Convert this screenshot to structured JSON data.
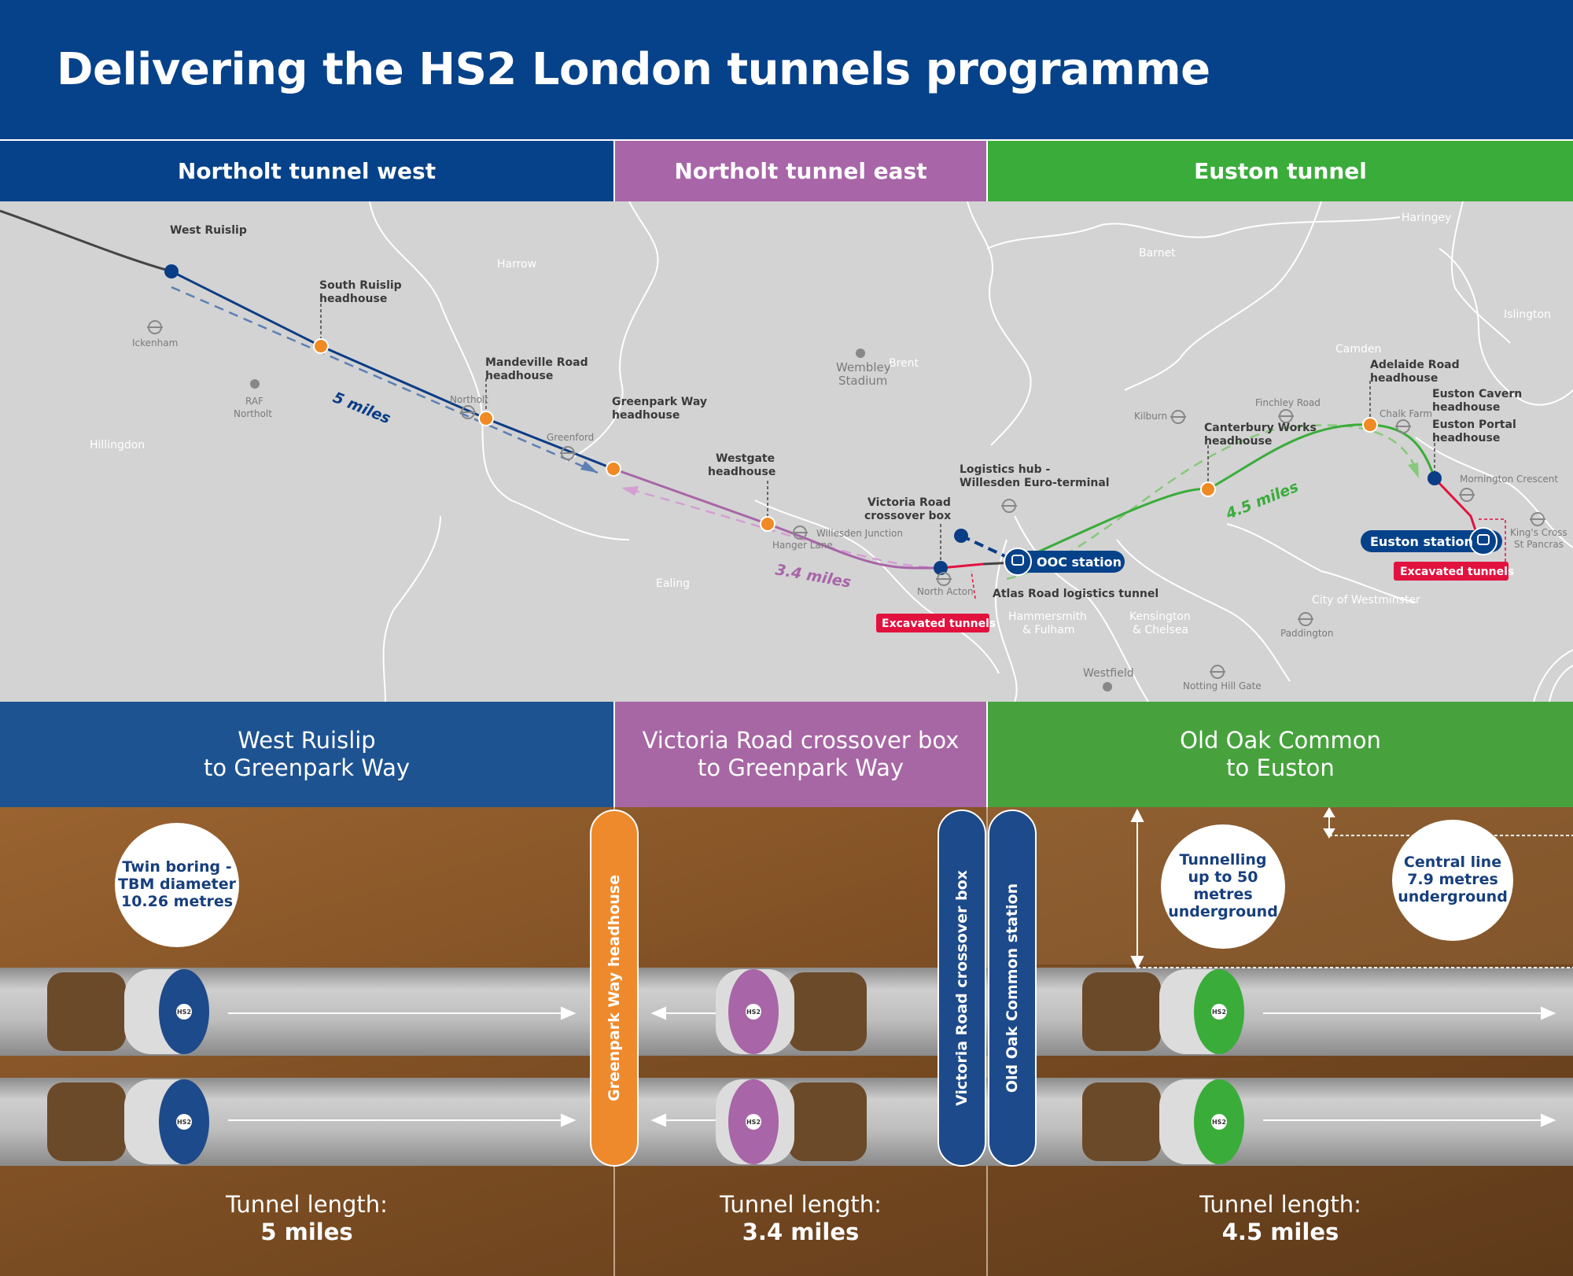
{
  "title": "Delivering the HS2 London tunnels programme",
  "sections": {
    "west": {
      "header": "Northolt tunnel west",
      "band_line1": "West Ruislip",
      "band_line2": "to Greenpark Way",
      "length_label": "Tunnel length:",
      "length_value": "5 miles",
      "color": "#06428a"
    },
    "east": {
      "header": "Northolt tunnel east",
      "band_line1": "Victoria Road crossover box",
      "band_line2": "to Greenpark Way",
      "length_label": "Tunnel length:",
      "length_value": "3.4 miles",
      "color": "#a865a8"
    },
    "euston": {
      "header": "Euston tunnel",
      "band_line1": "Old Oak Common",
      "band_line2": "to Euston",
      "length_label": "Tunnel length:",
      "length_value": "4.5 miles",
      "color": "#3aac3a"
    }
  },
  "map": {
    "areas": {
      "harrow": "Harrow",
      "barnet": "Barnet",
      "haringey": "Haringey",
      "islington": "Islington",
      "camden": "Camden",
      "brent": "Brent",
      "hillingdon": "Hillingdon",
      "ealing": "Ealing",
      "hammersmith_1": "Hammersmith",
      "hammersmith_2": "& Fulham",
      "kensington_1": "Kensington",
      "kensington_2": "& Chelsea",
      "westminster": "City of Westminster"
    },
    "places": {
      "ickenham": "Ickenham",
      "raf_1": "RAF",
      "raf_2": "Northolt",
      "northolt": "Northolt",
      "greenford": "Greenford",
      "wembley_1": "Wembley",
      "wembley_2": "Stadium",
      "hanger_lane": "Hanger Lane",
      "north_acton": "North Acton",
      "willesden": "Willesden Junction",
      "kilburn": "Kilburn",
      "finchley": "Finchley Road",
      "chalk_farm": "Chalk Farm",
      "mornington": "Mornington Crescent",
      "kings_1": "King's Cross",
      "kings_2": "St Pancras",
      "paddington": "Paddington",
      "westfield": "Westfield",
      "notting": "Notting Hill Gate"
    },
    "sites": {
      "west_ruislip": "West Ruislip",
      "south_ruislip_1": "South Ruislip",
      "south_ruislip_2": "headhouse",
      "mandeville_1": "Mandeville Road",
      "mandeville_2": "headhouse",
      "greenpark_1": "Greenpark Way",
      "greenpark_2": "headhouse",
      "westgate_1": "Westgate",
      "westgate_2": "headhouse",
      "victoria_1": "Victoria Road",
      "victoria_2": "crossover box",
      "logistics_1": "Logistics hub -",
      "logistics_2": "Willesden Euro-terminal",
      "atlas": "Atlas Road logistics tunnel",
      "canterbury_1": "Canterbury Works",
      "canterbury_2": "headhouse",
      "adelaide_1": "Adelaide Road",
      "adelaide_2": "headhouse",
      "cavern_1": "Euston Cavern",
      "cavern_2": "headhouse",
      "portal_1": "Euston Portal",
      "portal_2": "headhouse"
    },
    "badges": {
      "ooc": "OOC station",
      "euston": "Euston station",
      "excavated": "Excavated tunnels"
    },
    "distances": {
      "west": "5 miles",
      "east": "3.4 miles",
      "euston": "4.5 miles"
    },
    "colors": {
      "headhouse": "#f08a24",
      "station": "#06428a",
      "excavated": "#e2123f",
      "map_bg": "#d3d3d3"
    }
  },
  "ground": {
    "bubbles": {
      "tbm": [
        "Twin boring -",
        "TBM diameter",
        "10.26 metres"
      ],
      "depth": [
        "Tunnelling",
        "up to 50 metres",
        "underground"
      ],
      "central": [
        "Central line",
        "7.9 metres",
        "underground"
      ]
    },
    "pillars": {
      "greenpark": "Greenpark Way headhouse",
      "victoria": "Victoria Road crossover box",
      "ooc": "Old Oak Common station"
    },
    "tbm_logo": "HS2",
    "colors": {
      "soil": "#8a5a2c",
      "tunnel": "#b8b8b8",
      "pillar_orange": "#ef8a2c",
      "pillar_blue": "#1d4a8a"
    }
  }
}
